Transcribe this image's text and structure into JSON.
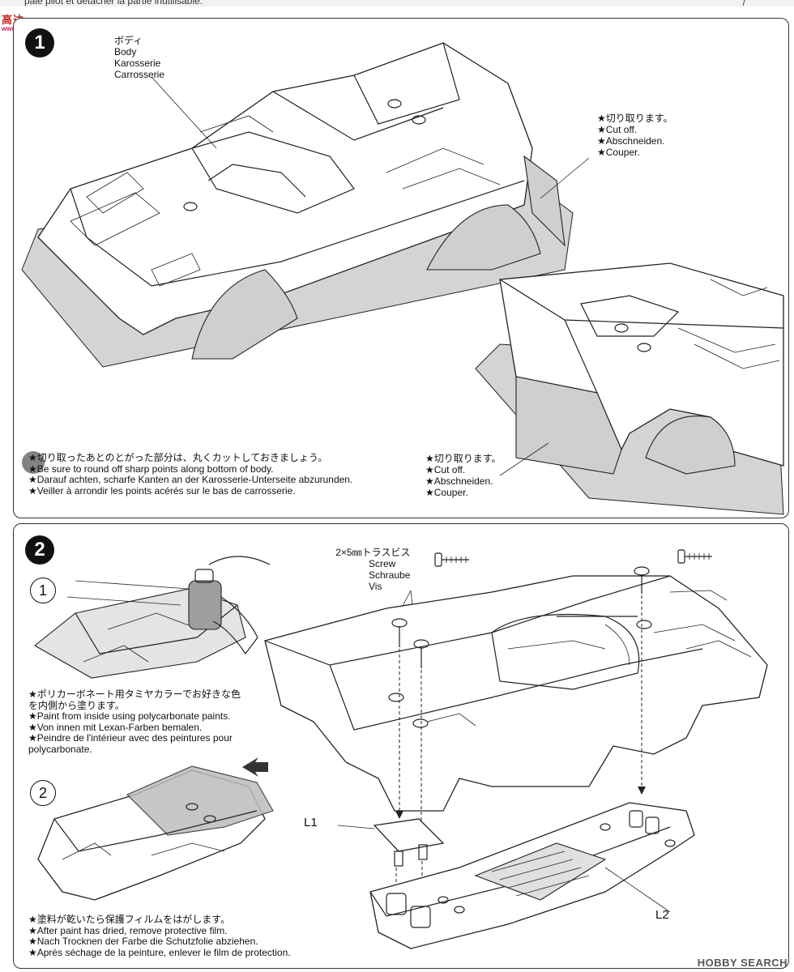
{
  "header": {
    "top_text": "pale pilot et détacher la partie inutilisable.",
    "top_mark": "/"
  },
  "watermark": {
    "site": "高达",
    "sub": "www.gaosou.com"
  },
  "step1": {
    "number": "1",
    "body_label": [
      "ボディ",
      "Body",
      "Karosserie",
      "Carrosserie"
    ],
    "cut_off_1": [
      "★切り取ります。",
      "★Cut off.",
      "★Abschneiden.",
      "★Couper."
    ],
    "cut_off_2": [
      "★切り取ります。",
      "★Cut off.",
      "★Abschneiden.",
      "★Couper."
    ],
    "round_note": [
      "★切り取ったあとのとがった部分は、丸くカットしておきましょう。",
      "★Be sure to round off sharp points along bottom of body.",
      "★Darauf achten, scharfe Kanten an der Karosserie-Unterseite abzurunden.",
      "★Veiller à arrondir les points acérés sur le bas de carrosserie."
    ]
  },
  "step2": {
    "number": "2",
    "sub1": "1",
    "sub2": "2",
    "paint_note": [
      "★ポリカーボネート用タミヤカラーでお好きな色",
      "を内側から塗ります。",
      "★Paint from inside using polycarbonate paints.",
      "★Von innen mit Lexan-Farben bemalen.",
      "★Peindre de l'intérieur avec des peintures pour",
      "polycarbonate."
    ],
    "film_note": [
      "★塗料が乾いたら保護フィルムをはがします。",
      "★After paint has dried, remove protective film.",
      "★Nach Trocknen der Farbe die Schutzfolie abziehen.",
      "★Après séchage de la peinture, enlever le film de protection."
    ],
    "screw_label": [
      "2×5㎜トラスビス",
      "Screw",
      "Schraube",
      "Vis"
    ],
    "l1": "L1",
    "l2": "L2"
  },
  "footer": {
    "logo": "HOBBY SEARCH"
  }
}
